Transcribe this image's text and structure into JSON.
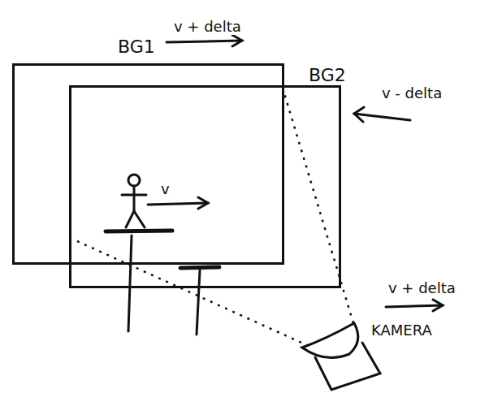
{
  "diagram": {
    "nodes": [
      {
        "text": [
          "BG1"
        ]
      },
      {
        "text": [
          "BG2"
        ]
      }
    ],
    "labels": [
      "v + delta",
      "v - delta",
      "v",
      "v + delta",
      "KAMERA"
    ]
  }
}
